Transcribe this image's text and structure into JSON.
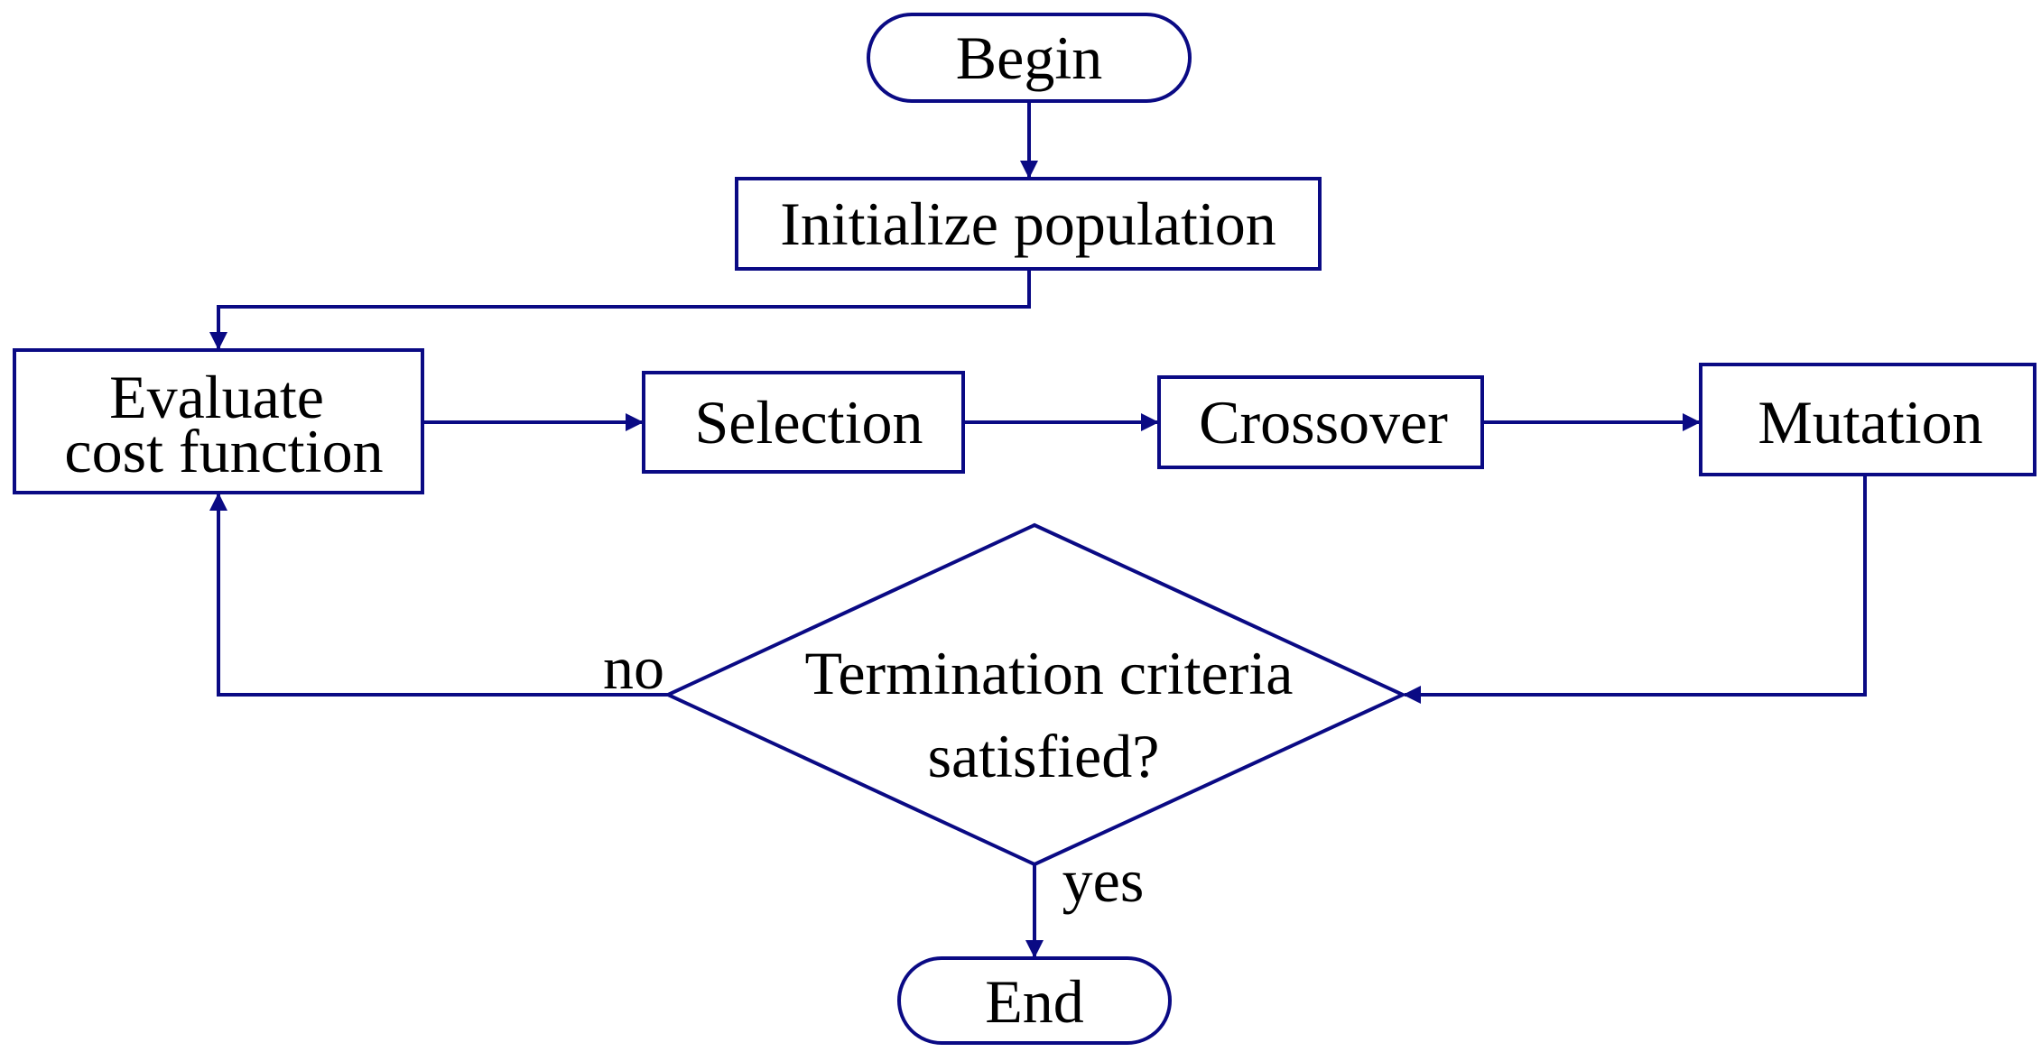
{
  "colors": {
    "stroke": "#0a0a84",
    "text": "#000000",
    "background": "#ffffff"
  },
  "nodes": {
    "begin": "Begin",
    "init": "Initialize population",
    "evaluate_line1": "Evaluate",
    "evaluate_line2": "cost function",
    "selection": "Selection",
    "crossover": "Crossover",
    "mutation": "Mutation",
    "decision_line1": "Termination criteria",
    "decision_line2": "satisfied?",
    "end": "End"
  },
  "edges": {
    "no_label": "no",
    "yes_label": "yes"
  }
}
